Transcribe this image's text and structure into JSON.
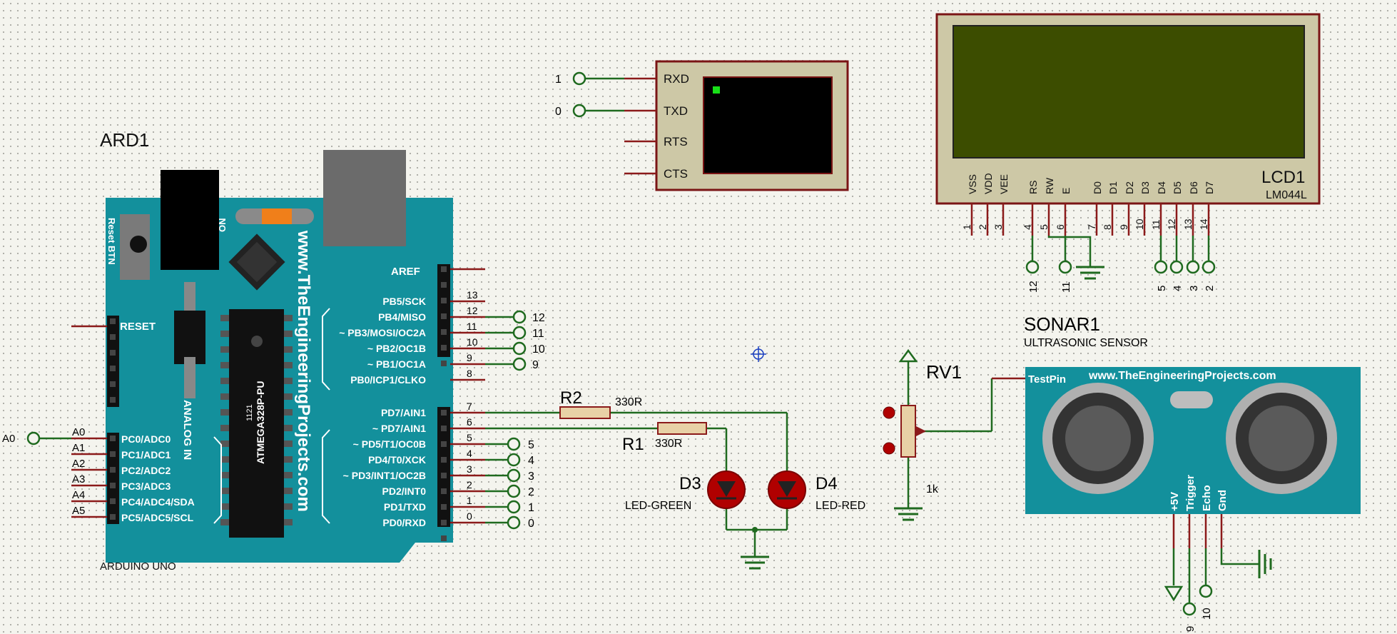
{
  "arduino": {
    "ref": "ARD1",
    "name": "ARDUINO UNO",
    "site": "www.TheEngineeringProjects.com",
    "chip": "ATMEGA328P-PU",
    "chip_code": "1121",
    "reset_label": "RESET",
    "reset_btn": "Reset BTN",
    "on_label": "ON",
    "analog_in": "ANALOG IN",
    "aref": "AREF",
    "pins_b": [
      "PB5/SCK",
      "PB4/MISO",
      "~ PB3/MOSI/OC2A",
      "~ PB2/OC1B",
      "~ PB1/OC1A",
      "PB0/ICP1/CLKO"
    ],
    "pins_b_nums": [
      "13",
      "12",
      "11",
      "10",
      "9",
      "8"
    ],
    "pins_d": [
      "PD7/AIN1",
      "~ PD7/AIN1",
      "~ PD5/T1/OC0B",
      "PD4/T0/XCK",
      "~ PD3/INT1/OC2B",
      "PD2/INT0",
      "PD1/TXD",
      "PD0/RXD"
    ],
    "pins_d_nums": [
      "7",
      "6",
      "5",
      "4",
      "3",
      "2",
      "1",
      "0"
    ],
    "pins_a": [
      "PC0/ADC0",
      "PC1/ADC1",
      "PC2/ADC2",
      "PC3/ADC3",
      "PC4/ADC4/SDA",
      "PC5/ADC5/SCL"
    ],
    "pins_a_nums": [
      "A0",
      "A1",
      "A2",
      "A3",
      "A4",
      "A5"
    ]
  },
  "terminal": {
    "pins": [
      "RXD",
      "TXD",
      "RTS",
      "CTS"
    ],
    "rxd_conn": "1",
    "txd_conn": "0"
  },
  "lcd": {
    "ref": "LCD1",
    "model": "LM044L",
    "pin_names": [
      "VSS",
      "VDD",
      "VEE",
      "RS",
      "RW",
      "E",
      "D0",
      "D1",
      "D2",
      "D3",
      "D4",
      "D5",
      "D6",
      "D7"
    ],
    "pin_nums": [
      "1",
      "2",
      "3",
      "4",
      "5",
      "6",
      "7",
      "8",
      "9",
      "10",
      "11",
      "12",
      "13",
      "14"
    ],
    "rs_conn": "12",
    "e_conn": "11",
    "data_conn": [
      "5",
      "4",
      "3",
      "2"
    ]
  },
  "sonar": {
    "ref": "SONAR1",
    "type": "ULTRASONIC SENSOR",
    "site": "www.TheEngineeringProjects.com",
    "testpin": "TestPin",
    "pins": [
      "+5V",
      "Trigger",
      "Echo",
      "Gnd"
    ],
    "trigger_conn": "9",
    "echo_conn": "10"
  },
  "pot": {
    "ref": "RV1",
    "value": "1k"
  },
  "r2": {
    "ref": "R2",
    "value": "330R"
  },
  "r1": {
    "ref": "R1",
    "value": "330R"
  },
  "d3": {
    "ref": "D3",
    "type": "LED-GREEN"
  },
  "d4": {
    "ref": "D4",
    "type": "LED-RED"
  },
  "conn_b_labels": [
    "12",
    "11",
    "10",
    "9"
  ],
  "conn_d_labels": [
    "5",
    "4",
    "3",
    "2",
    "1",
    "0"
  ],
  "a0_label": "A0",
  "colors": {
    "board": "#13909c",
    "wire": "#8b1a1a",
    "net": "#1f6a1f",
    "lcd_screen": "#3c4d00",
    "led": "#b00000"
  }
}
